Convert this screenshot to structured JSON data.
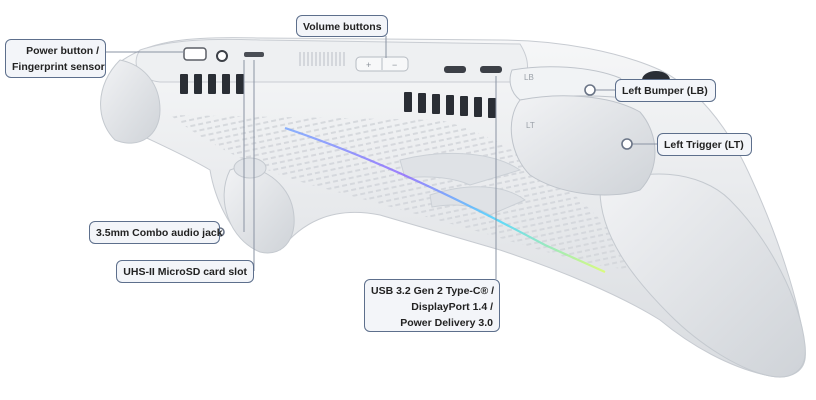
{
  "callouts": {
    "power_button": {
      "lines": [
        "Power button /",
        "Fingerprint sensor"
      ]
    },
    "volume_buttons": {
      "lines": [
        "Volume buttons"
      ]
    },
    "left_bumper": {
      "lines": [
        "Left Bumper (LB)"
      ]
    },
    "left_trigger": {
      "lines": [
        "Left Trigger (LT)"
      ]
    },
    "audio_jack": {
      "lines": [
        "3.5mm Combo audio jack"
      ]
    },
    "microsd_slot": {
      "lines": [
        "UHS-II MicroSD card slot"
      ]
    },
    "usb_port": {
      "lines": [
        "USB 3.2 Gen 2 Type-C® /",
        "DisplayPort 1.4 /",
        "Power Delivery 3.0"
      ]
    }
  },
  "device": {
    "body_labels": {
      "bumper": "LB",
      "trigger": "LT"
    }
  },
  "colors": {
    "callout_border": "#5d6f8c",
    "callout_fill": "#f3f5f9",
    "leader_line": "#8a93a3",
    "device_body": "#e9ebee",
    "vent": "#2a2e35"
  }
}
